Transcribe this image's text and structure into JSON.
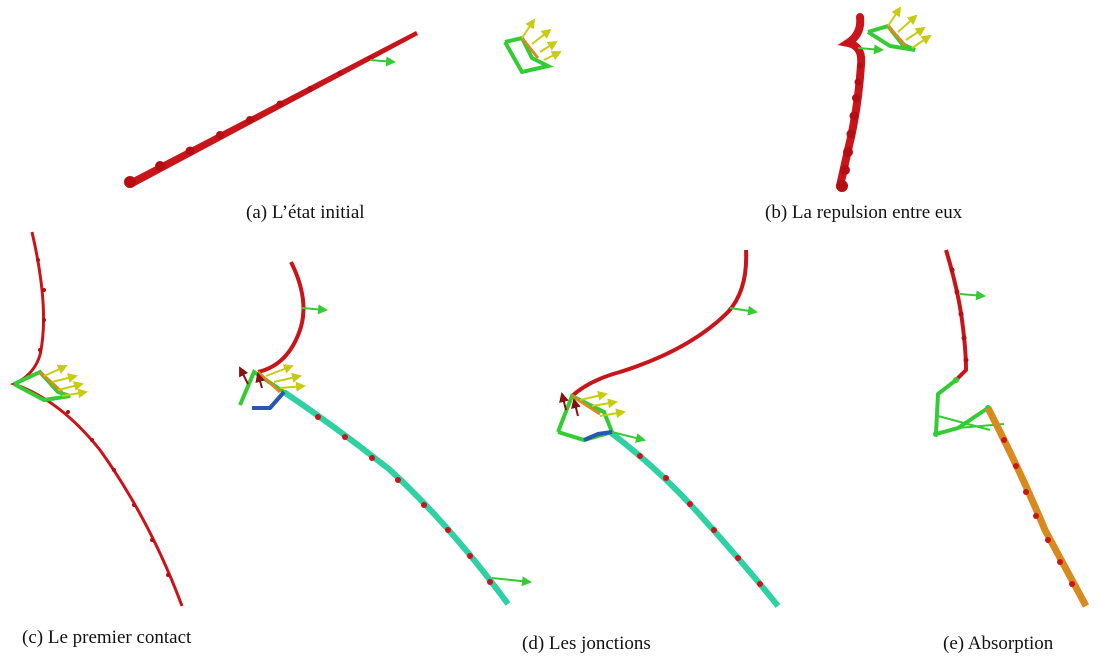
{
  "captions": {
    "a": "(a) L’état initial",
    "b": "(b) La repulsion entre eux",
    "c": "(c) Le premier contact",
    "d": "(d) Les jonctions",
    "e": "(e) Absorption"
  },
  "colors": {
    "strand": "#c9141a",
    "bead": "#b50d12",
    "green": "#33cc33",
    "yellow_arrow": "#c8cc10",
    "orange": "#d98a1e",
    "teal": "#2fd1a4",
    "blue": "#2a55b8",
    "dark_red_arrow": "#8a1010"
  }
}
